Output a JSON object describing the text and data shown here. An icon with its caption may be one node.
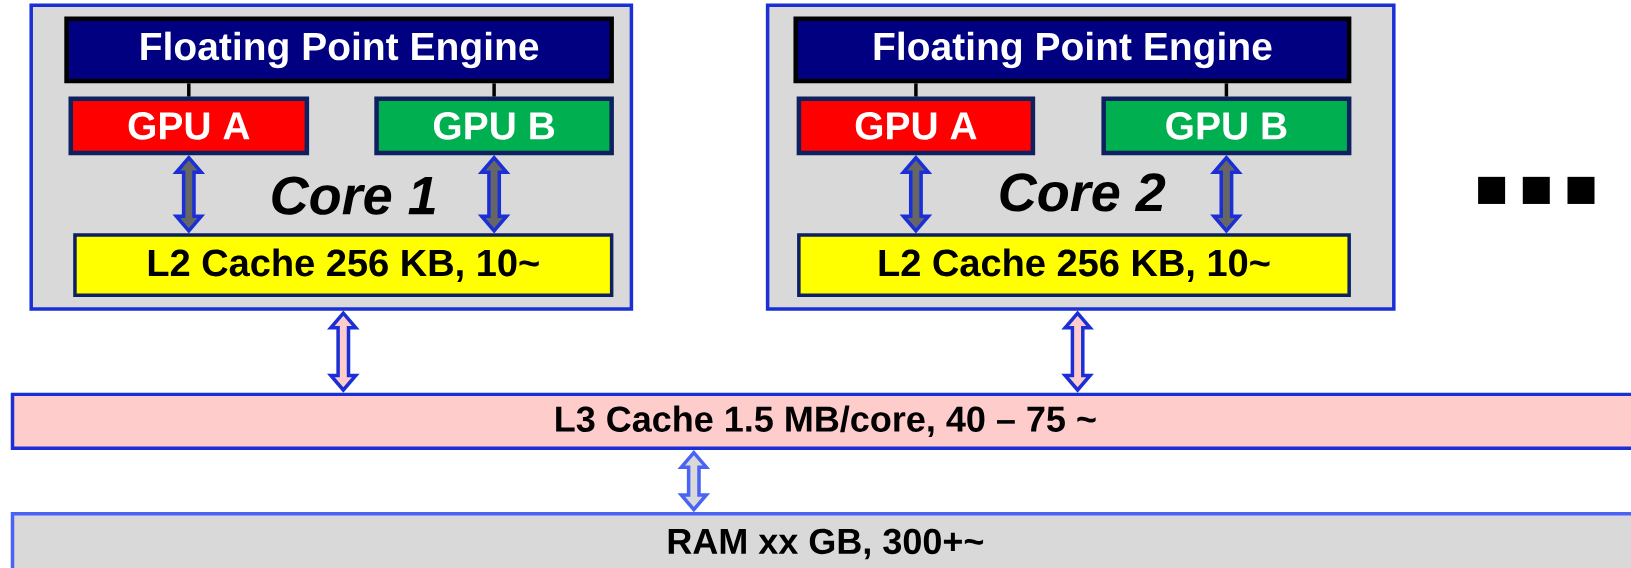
{
  "diagram": {
    "nodes": [
      {
        "text": [
          "Core 1"
        ]
      },
      {
        "text": [
          "Floating Point Engine"
        ],
        "in": 0
      },
      {
        "text": [
          "GPU A"
        ],
        "in": 0
      },
      {
        "text": [
          "GPU B"
        ],
        "in": 0
      },
      {
        "text": [
          "L2 Cache 256 KB, 10~"
        ],
        "in": 0
      },
      {
        "text": [
          "Core 2"
        ]
      },
      {
        "text": [
          "Floating Point Engine"
        ],
        "in": 5
      },
      {
        "text": [
          "GPU A"
        ],
        "in": 5
      },
      {
        "text": [
          "GPU B"
        ],
        "in": 5
      },
      {
        "text": [
          "L2 Cache 256 KB, 10~"
        ],
        "in": 5
      },
      {
        "text": [
          "L3 Cache 1.5 MB/core, 40 – 75 ~"
        ]
      },
      {
        "text": [
          "RAM xx GB, 300+~"
        ]
      }
    ],
    "edges": [
      {
        "from": 1,
        "to": 2,
        "arrow": "none"
      },
      {
        "from": 1,
        "to": 3,
        "arrow": "none"
      },
      {
        "from": 2,
        "to": 4,
        "arrow": "both"
      },
      {
        "from": 3,
        "to": 4,
        "arrow": "both"
      },
      {
        "from": 6,
        "to": 7,
        "arrow": "none"
      },
      {
        "from": 6,
        "to": 8,
        "arrow": "none"
      },
      {
        "from": 7,
        "to": 9,
        "arrow": "both"
      },
      {
        "from": 8,
        "to": 9,
        "arrow": "both"
      },
      {
        "from": 0,
        "to": 10,
        "arrow": "both"
      },
      {
        "from": 5,
        "to": 10,
        "arrow": "both"
      },
      {
        "from": 10,
        "to": 11,
        "arrow": "both",
        "color": "#4a63f5"
      }
    ],
    "labels": [
      "■ ■ ■"
    ]
  }
}
